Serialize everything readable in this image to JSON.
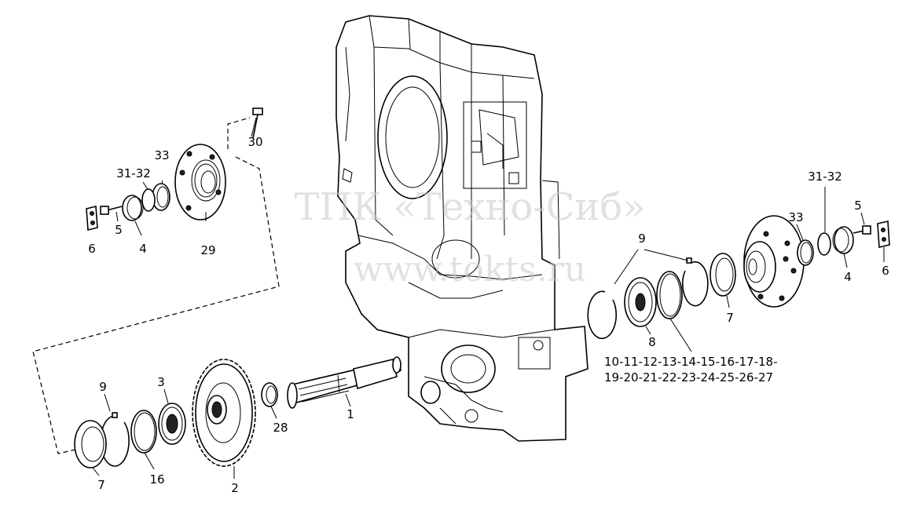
{
  "watermark": {
    "line1": "ТПК «Техно-Сиб»",
    "line2": "www.tokts.ru"
  },
  "callouts": {
    "c30": "30",
    "c33_left": "33",
    "c31_32_left": "31-32",
    "c5_left": "5",
    "c6_left": "6",
    "c4_left": "4",
    "c29": "29",
    "c9_right": "9",
    "c31_32_right": "31-32",
    "c5_right": "5",
    "c33_right": "33",
    "c4_right": "4",
    "c6_right": "6",
    "c7_right": "7",
    "c8": "8",
    "c1": "1",
    "c28": "28",
    "c9_left": "9",
    "c3": "3",
    "c7_left": "7",
    "c16": "16",
    "c2": "2"
  },
  "sequence": {
    "line1": "10-11-12-13-14-15-16-17-18-",
    "line2": "19-20-21-22-23-24-25-26-27"
  }
}
